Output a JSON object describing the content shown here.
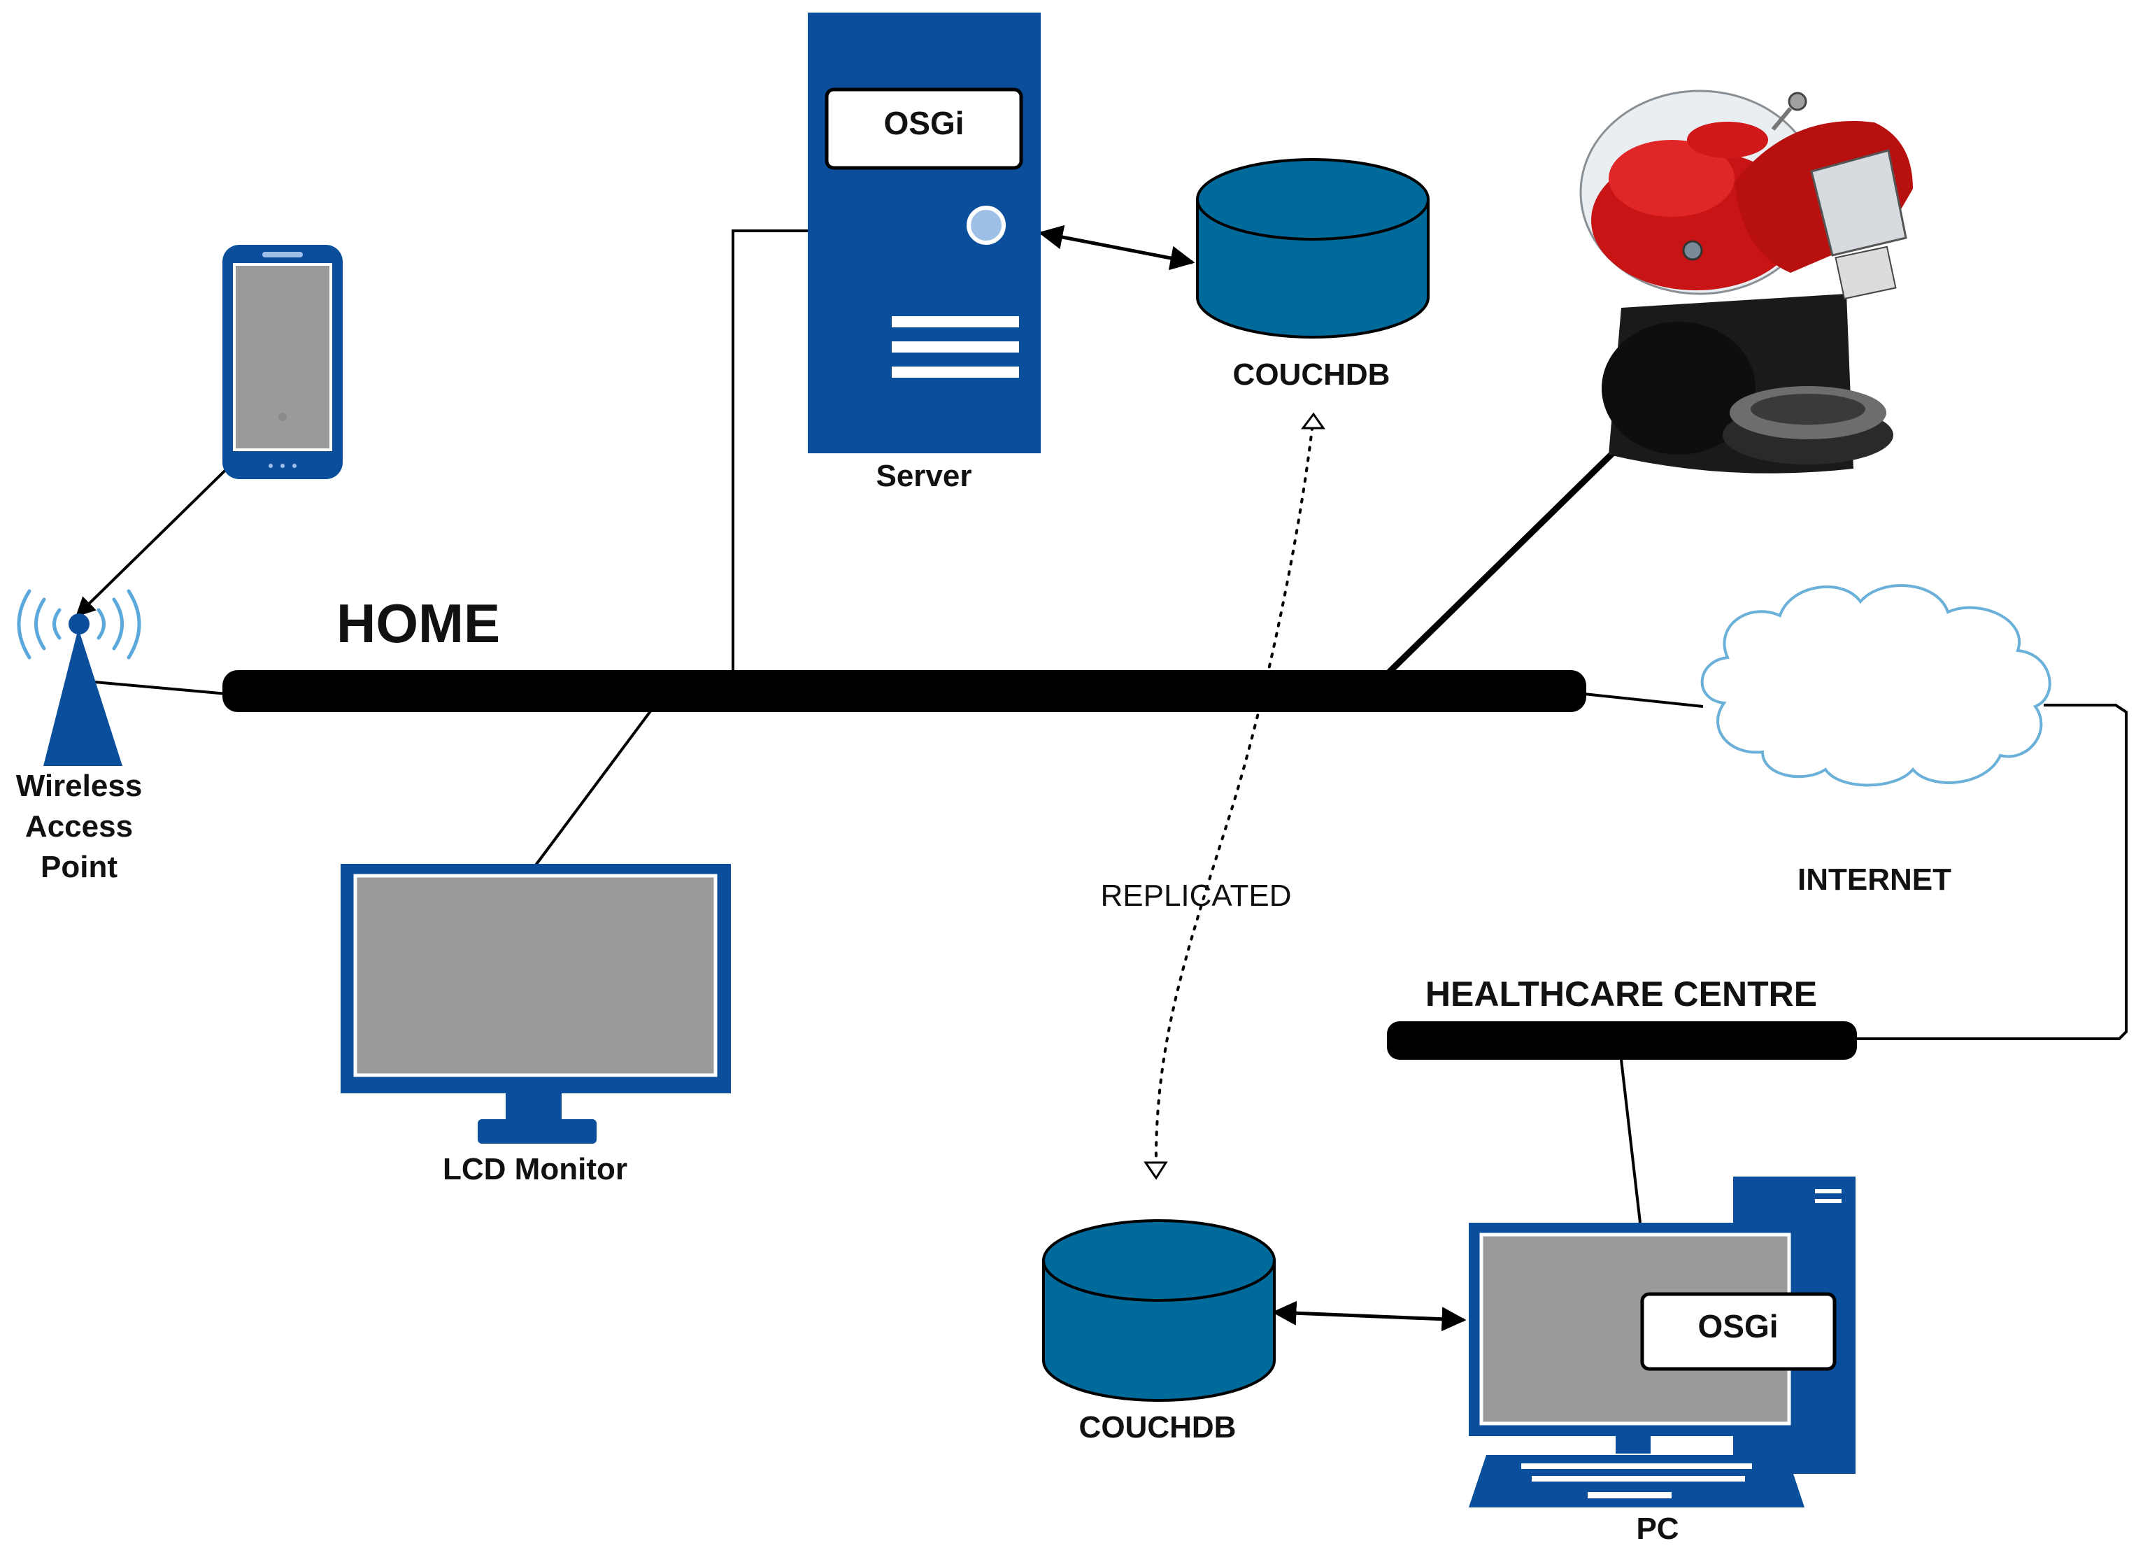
{
  "labels": {
    "home": "HOME",
    "wireless_line1": "Wireless",
    "wireless_line2": "Access",
    "wireless_line3": "Point",
    "server": "Server",
    "server_osgi": "OSGi",
    "couchdb_home": "COUCHDB",
    "replicated": "REPLICATED",
    "internet": "INTERNET",
    "healthcare_centre": "HEALTHCARE CENTRE",
    "lcd_monitor": "LCD Monitor",
    "couchdb_centre": "COUCHDB",
    "pc_osgi": "OSGi",
    "pc": "PC"
  },
  "colors": {
    "device_blue": "#0b4f9c",
    "db_teal": "#006a9b",
    "screen_grey": "#9a9a9a",
    "bus_black": "#000000",
    "cloud_outline": "#6ab0d8",
    "coffee_red": "#c81414"
  },
  "icons": [
    "smartphone-icon",
    "wireless-tower-icon",
    "server-tower-icon",
    "database-icon",
    "coffee-machine-image",
    "cloud-icon",
    "lcd-monitor-icon",
    "desktop-pc-icon"
  ]
}
